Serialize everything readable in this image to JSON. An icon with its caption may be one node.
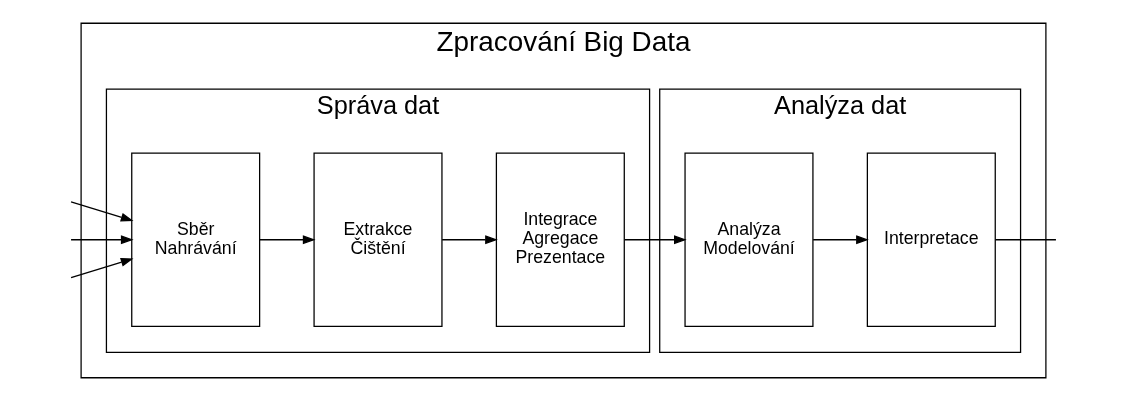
{
  "diagram": {
    "nodes": [
      {
        "text": [
          "Zpracování Big Data"
        ]
      },
      {
        "text": [
          "Správa dat"
        ],
        "in": 0
      },
      {
        "text": [
          "Sběr Nahrávání"
        ],
        "in": 1
      },
      {
        "text": [
          "Extrakce Čištění"
        ],
        "in": 1
      },
      {
        "text": [
          "Integrace Agregace Prezentace"
        ],
        "in": 1
      },
      {
        "text": [
          "Analýza dat"
        ],
        "in": 0
      },
      {
        "text": [
          "Analýza Modelování"
        ],
        "in": 5
      },
      {
        "text": [
          "Interpretace"
        ],
        "in": 5
      }
    ],
    "edges": [
      {
        "from": null,
        "to": 2,
        "arrow": "to"
      },
      {
        "from": null,
        "to": 2,
        "arrow": "to"
      },
      {
        "from": null,
        "to": 2,
        "arrow": "to"
      },
      {
        "from": 2,
        "to": 3,
        "arrow": "to"
      },
      {
        "from": 3,
        "to": 4,
        "arrow": "to"
      },
      {
        "from": 4,
        "to": 6,
        "arrow": "to"
      },
      {
        "from": 6,
        "to": 7,
        "arrow": "to"
      },
      {
        "from": 7,
        "to": null,
        "arrow": "none"
      }
    ]
  }
}
